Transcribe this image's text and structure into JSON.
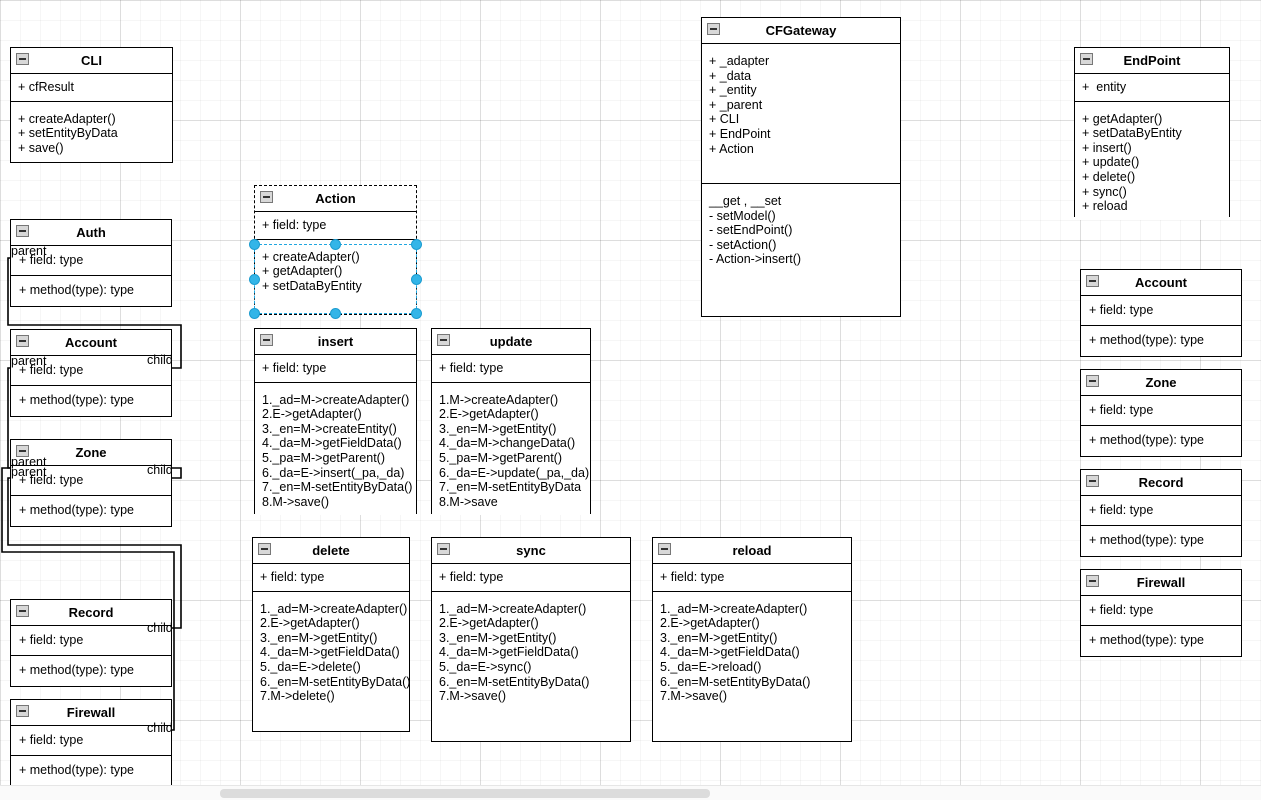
{
  "canvas": {
    "grid": true,
    "background": "#ffffff",
    "grid_color": "#e8e8e8"
  },
  "selection": {
    "accent_color": "#33b5e8",
    "selected_class": "Action"
  },
  "scrollbar": {
    "orientation": "horizontal"
  },
  "icons": {
    "collapse": "collapse-icon"
  },
  "classes": [
    {
      "id": "cli",
      "name": "CLI",
      "attributes": [
        "+ cfResult"
      ],
      "operations": [
        "+ createAdapter()",
        "+ setEntityByData",
        "+ save()"
      ]
    },
    {
      "id": "action",
      "name": "Action",
      "attributes": [
        "+ field: type"
      ],
      "operations": [
        "+ createAdapter()",
        "+ getAdapter()",
        "+ setDataByEntity"
      ]
    },
    {
      "id": "cfgateway",
      "name": "CFGateway",
      "attributes": [
        "+ _adapter",
        "+ _data",
        "+ _entity",
        "+ _parent",
        "+ CLI",
        "+ EndPoint",
        "+ Action"
      ],
      "operations": [
        "__get , __set",
        "- setModel()",
        "- setEndPoint()",
        "- setAction()",
        "- Action->insert()"
      ]
    },
    {
      "id": "endpoint",
      "name": "EndPoint",
      "attributes": [
        "+  entity"
      ],
      "operations": [
        "+ getAdapter()",
        "+ setDataByEntity",
        "+ insert()",
        "+ update()",
        "+ delete()",
        "+ sync()",
        "+ reload"
      ]
    },
    {
      "id": "insert",
      "name": "insert",
      "attributes": [
        "+ field: type"
      ],
      "operations": [
        "1._ad=M->createAdapter()",
        "2.E->getAdapter()",
        "3._en=M->createEntity()",
        "4._da=M->getFieldData()",
        "5._pa=M->getParent()",
        "6._da=E->insert(_pa,_da)",
        "7._en=M-setEntityByData()",
        "8.M->save()"
      ]
    },
    {
      "id": "update",
      "name": "update",
      "attributes": [
        "+ field: type"
      ],
      "operations": [
        "1.M->createAdapter()",
        "2.E->getAdapter()",
        "3._en=M->getEntity()",
        "4._da=M->changeData()",
        "5._pa=M->getParent()",
        "6._da=E->update(_pa,_da)",
        "7._en=M-setEntityByData",
        "8.M->save"
      ]
    },
    {
      "id": "delete",
      "name": "delete",
      "attributes": [
        "+ field: type"
      ],
      "operations": [
        "1._ad=M->createAdapter()",
        "2.E->getAdapter()",
        "3._en=M->getEntity()",
        "4._da=M->getFieldData()",
        "5._da=E->delete()",
        "6._en=M-setEntityByData()",
        "7.M->delete()"
      ]
    },
    {
      "id": "sync",
      "name": "sync",
      "attributes": [
        "+ field: type"
      ],
      "operations": [
        "1._ad=M->createAdapter()",
        "2.E->getAdapter()",
        "3._en=M->getEntity()",
        "4._da=M->getFieldData()",
        "5._da=E->sync()",
        "6._en=M-setEntityByData()",
        "7.M->save()"
      ]
    },
    {
      "id": "reload",
      "name": "reload",
      "attributes": [
        "+ field: type"
      ],
      "operations": [
        "1._ad=M->createAdapter()",
        "2.E->getAdapter()",
        "3._en=M->getEntity()",
        "4._da=M->getFieldData()",
        "5._da=E->reload()",
        "6._en=M-setEntityByData()",
        "7.M->save()"
      ]
    },
    {
      "id": "auth_l",
      "name": "Auth",
      "attributes": [
        "+ field: type"
      ],
      "operations": [
        "+ method(type): type"
      ]
    },
    {
      "id": "account_l",
      "name": "Account",
      "attributes": [
        "+ field: type"
      ],
      "operations": [
        "+ method(type): type"
      ]
    },
    {
      "id": "zone_l",
      "name": "Zone",
      "attributes": [
        "+ field: type"
      ],
      "operations": [
        "+ method(type): type"
      ]
    },
    {
      "id": "record_l",
      "name": "Record",
      "attributes": [
        "+ field: type"
      ],
      "operations": [
        "+ method(type): type"
      ]
    },
    {
      "id": "firewall_l",
      "name": "Firewall",
      "attributes": [
        "+ field: type"
      ],
      "operations": [
        "+ method(type): type"
      ]
    },
    {
      "id": "account_r",
      "name": "Account",
      "attributes": [
        "+ field: type"
      ],
      "operations": [
        "+ method(type): type"
      ]
    },
    {
      "id": "zone_r",
      "name": "Zone",
      "attributes": [
        "+ field: type"
      ],
      "operations": [
        "+ method(type): type"
      ]
    },
    {
      "id": "record_r",
      "name": "Record",
      "attributes": [
        "+ field: type"
      ],
      "operations": [
        "+ method(type): type"
      ]
    },
    {
      "id": "firewall_r",
      "name": "Firewall",
      "attributes": [
        "+ field: type"
      ],
      "operations": [
        "+ method(type): type"
      ]
    }
  ],
  "edge_labels": [
    {
      "id": "auth_parent",
      "text": "parent"
    },
    {
      "id": "account_parent",
      "text": "parent"
    },
    {
      "id": "account_child",
      "text": "child"
    },
    {
      "id": "zone_parent_1",
      "text": "parent"
    },
    {
      "id": "zone_parent_2",
      "text": "parent"
    },
    {
      "id": "zone_child",
      "text": "child"
    },
    {
      "id": "record_child",
      "text": "child"
    },
    {
      "id": "firewall_child",
      "text": "child"
    }
  ]
}
